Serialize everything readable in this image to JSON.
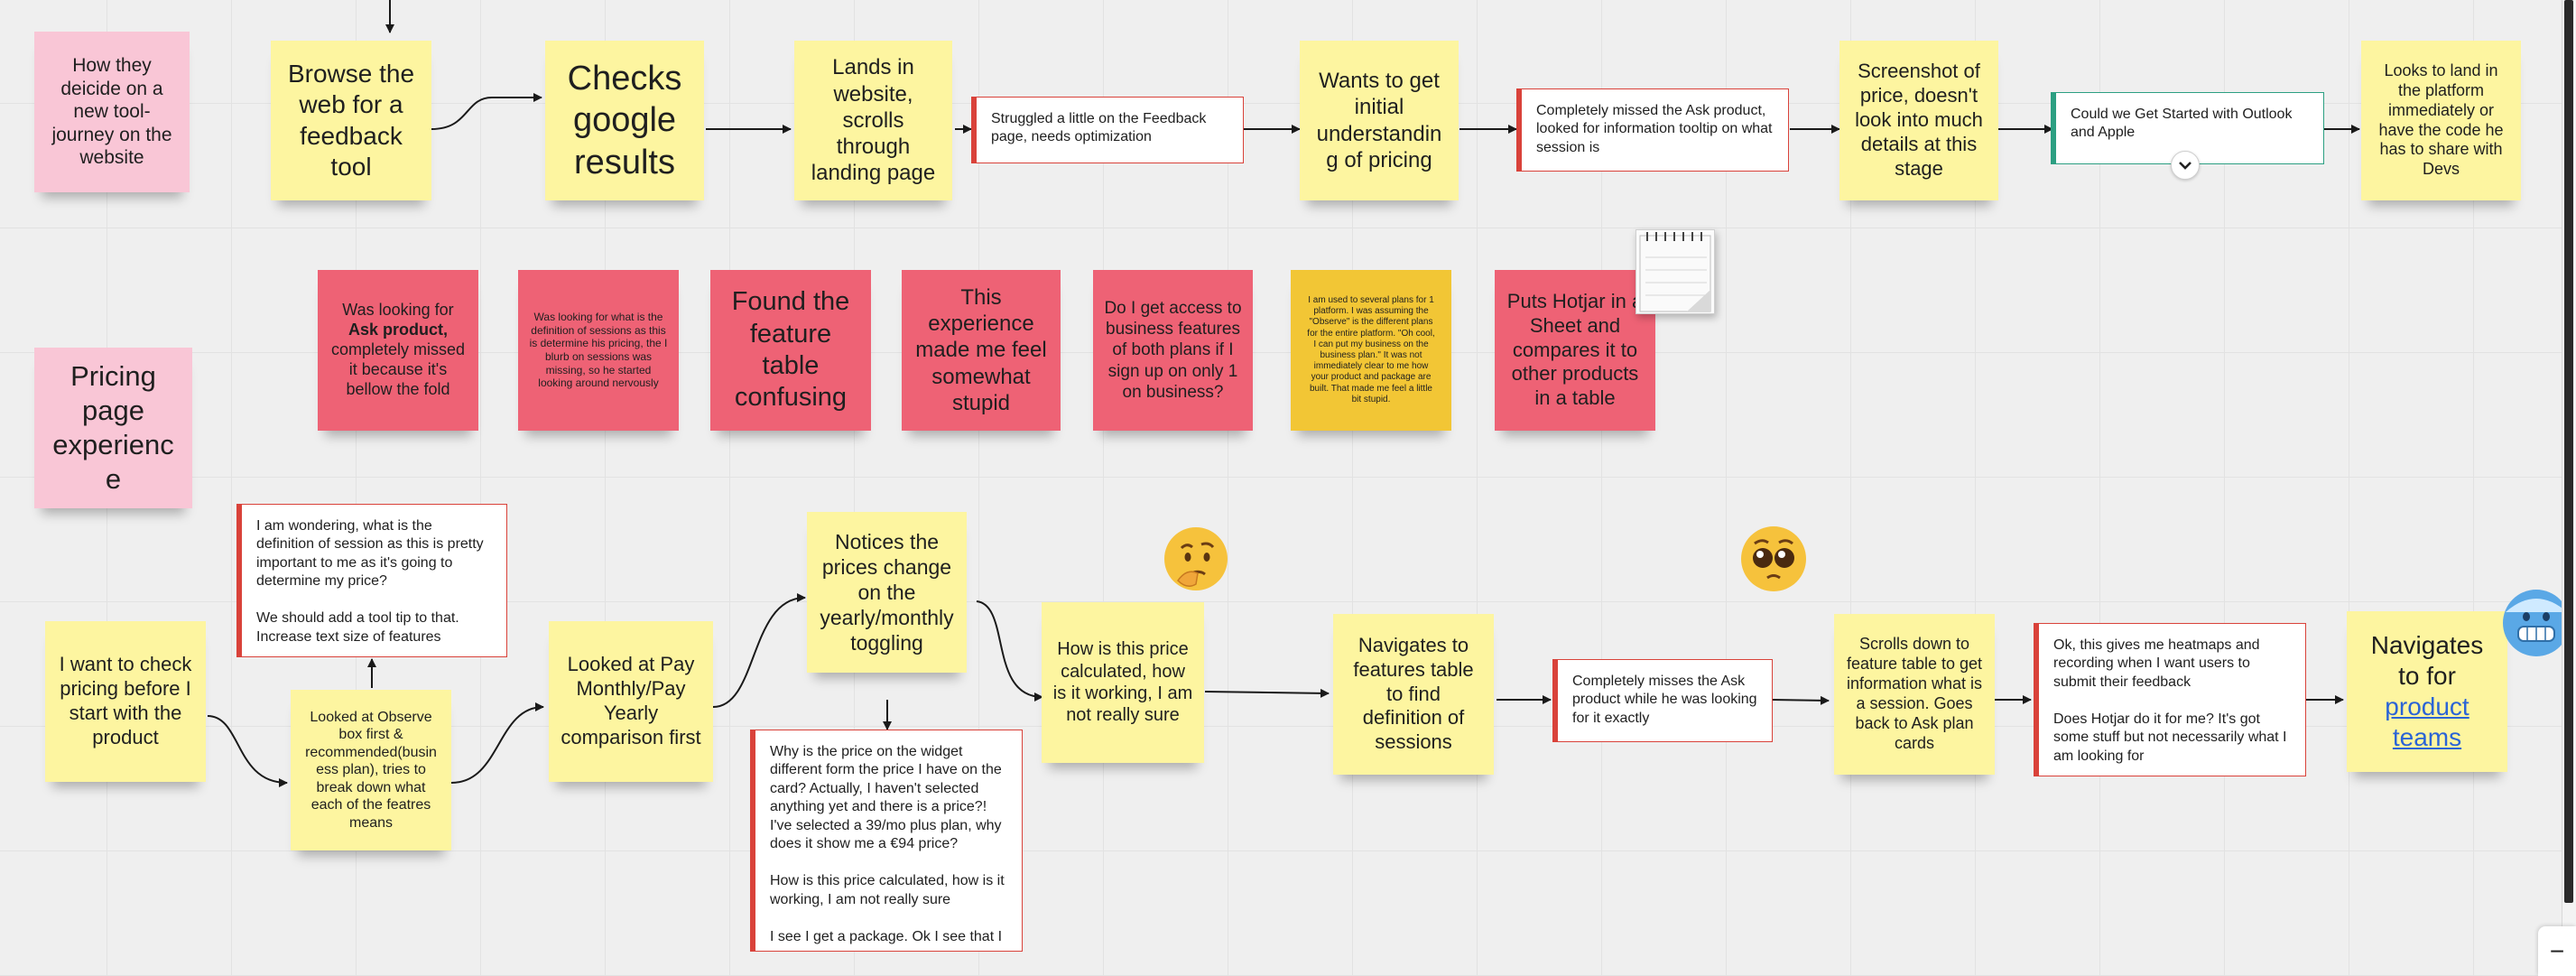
{
  "rows": {
    "journey_label": "How they deicide on a new tool-journey on the website",
    "pricing_label": "Pricing page experience"
  },
  "journey": {
    "browse": "Browse the web for a feedback tool",
    "checks": "Checks google results",
    "lands": "Lands in website, scrolls through landing page",
    "feedback_note": "Struggled a little on the Feedback page, needs optimization",
    "wants": "Wants to get initial understanding of pricing",
    "missed_note": "Completely missed the Ask product, looked for information tooltip on what session is",
    "screenshot": "Screenshot of price, doesn't look into much details at this stage",
    "outlook_note": "Could we Get Started with Outlook and Apple",
    "looks_to_land": "Looks to land in the platform immediately or have the code he has to share with Devs"
  },
  "pain_points": {
    "ask_product_pre": "Was looking for ",
    "ask_product_bold": "Ask product,",
    "ask_product_post": " completely missed it because it's bellow the fold",
    "sessions_def": "Was looking for what is the definition of sessions as this is determine his pricing, the I blurb on sessions was missing, so he started looking around nervously",
    "feature_table": "Found the feature table confusing",
    "stupid": "This experience made me feel somewhat stupid",
    "access": "Do I get access to business features of both plans if I sign up on only 1 on business?",
    "several_plans": "I am used to several plans for 1 platform. I was assuming the \"Observe\" is the different plans for the entire platform. \"Oh cool, I can put my business on the business plan.\" It was not immediately clear to me how your product and package are built. That made me feel a little bit stupid.",
    "sheet": "Puts Hotjar in a Sheet and compares it to other products in a table"
  },
  "pricing": {
    "check_pricing": "I want to check pricing before I start with the product",
    "observe_box": "Looked at Observe box first & recommended(business plan), tries to break down what each of the featres means",
    "session_note": "I am wondering, what is the definition of session as this is pretty important to me as it's going to determine my price?\n\nWe should add a tool tip to that. Increase text size of features",
    "pay_monthly": "Looked at Pay Monthly/Pay Yearly comparison first",
    "notices": "Notices the prices change on the yearly/monthly toggling",
    "widget_note": "Why is the price on the widget different form the price I have on the card? Actually, I haven't selected anything yet and there is a price?! I've selected a 39/mo plus plan, why does it show me a €94 price?\n\nHow is this price calculated, how is it working, I am not really sure\n\nI see I get a package. Ok I see that I",
    "how_calculated": "How is this price calculated, how is it working, I am not really sure",
    "navigates_features": "Navigates to features table to find definition of sessions",
    "misses_ask_note": "Completely misses the Ask product while he was looking for it exactly",
    "scrolls": "Scrolls down to feature table to get information what is a session. Goes back to Ask plan cards",
    "heatmaps_note": "Ok, this gives me heatmaps and recording when I want users to submit their feedback\n\nDoes Hotjar do it for me? It's got some stuff but not necessarily what I am looking for",
    "navigates_for": "Navigates to for",
    "product_teams_link": "product teams"
  },
  "decorations": {
    "emoji_thinking": "thinking-face-icon",
    "emoji_pleading": "pleading-face-icon",
    "emoji_cold": "cold-face-icon",
    "notepad": "notepad-icon",
    "chevron": "chevron-down-icon",
    "zoom_minus": "−"
  },
  "colors": {
    "yellow": "#fdf5a0",
    "pink": "#f9c6d6",
    "red": "#ee6275",
    "gold": "#f2c635",
    "card_border_red": "#d9423a",
    "card_border_teal": "#2c9f82",
    "link": "#2a64d6"
  }
}
